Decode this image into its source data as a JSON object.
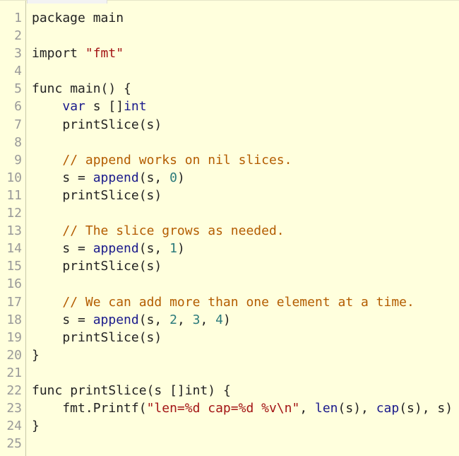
{
  "colors": {
    "background": "#ffffdd",
    "keyword": "#1a1a8c",
    "string": "#a31515",
    "number": "#2a7a7a",
    "comment": "#b35c00",
    "text": "#222222",
    "line_number": "#999999"
  },
  "lines": [
    {
      "n": "1",
      "tokens": [
        {
          "t": "package",
          "k": "plain"
        },
        {
          "t": " main",
          "k": "plain"
        }
      ]
    },
    {
      "n": "2",
      "tokens": []
    },
    {
      "n": "3",
      "tokens": [
        {
          "t": "import",
          "k": "plain"
        },
        {
          "t": " ",
          "k": "plain"
        },
        {
          "t": "\"fmt\"",
          "k": "string"
        }
      ]
    },
    {
      "n": "4",
      "tokens": []
    },
    {
      "n": "5",
      "tokens": [
        {
          "t": "func",
          "k": "plain"
        },
        {
          "t": " main() {",
          "k": "plain"
        }
      ]
    },
    {
      "n": "6",
      "tokens": [
        {
          "t": "    ",
          "k": "plain"
        },
        {
          "t": "var",
          "k": "keyword"
        },
        {
          "t": " s []",
          "k": "plain"
        },
        {
          "t": "int",
          "k": "type"
        }
      ]
    },
    {
      "n": "7",
      "tokens": [
        {
          "t": "    printSlice(s)",
          "k": "plain"
        }
      ]
    },
    {
      "n": "8",
      "tokens": []
    },
    {
      "n": "9",
      "tokens": [
        {
          "t": "    ",
          "k": "plain"
        },
        {
          "t": "// append works on nil slices.",
          "k": "comment"
        }
      ]
    },
    {
      "n": "10",
      "tokens": [
        {
          "t": "    s = ",
          "k": "plain"
        },
        {
          "t": "append",
          "k": "builtin"
        },
        {
          "t": "(s, ",
          "k": "plain"
        },
        {
          "t": "0",
          "k": "number"
        },
        {
          "t": ")",
          "k": "plain"
        }
      ]
    },
    {
      "n": "11",
      "tokens": [
        {
          "t": "    printSlice(s)",
          "k": "plain"
        }
      ]
    },
    {
      "n": "12",
      "tokens": []
    },
    {
      "n": "13",
      "tokens": [
        {
          "t": "    ",
          "k": "plain"
        },
        {
          "t": "// The slice grows as needed.",
          "k": "comment"
        }
      ]
    },
    {
      "n": "14",
      "tokens": [
        {
          "t": "    s = ",
          "k": "plain"
        },
        {
          "t": "append",
          "k": "builtin"
        },
        {
          "t": "(s, ",
          "k": "plain"
        },
        {
          "t": "1",
          "k": "number"
        },
        {
          "t": ")",
          "k": "plain"
        }
      ]
    },
    {
      "n": "15",
      "tokens": [
        {
          "t": "    printSlice(s)",
          "k": "plain"
        }
      ]
    },
    {
      "n": "16",
      "tokens": []
    },
    {
      "n": "17",
      "tokens": [
        {
          "t": "    ",
          "k": "plain"
        },
        {
          "t": "// We can add more than one element at a time.",
          "k": "comment"
        }
      ]
    },
    {
      "n": "18",
      "tokens": [
        {
          "t": "    s = ",
          "k": "plain"
        },
        {
          "t": "append",
          "k": "builtin"
        },
        {
          "t": "(s, ",
          "k": "plain"
        },
        {
          "t": "2",
          "k": "number"
        },
        {
          "t": ", ",
          "k": "plain"
        },
        {
          "t": "3",
          "k": "number"
        },
        {
          "t": ", ",
          "k": "plain"
        },
        {
          "t": "4",
          "k": "number"
        },
        {
          "t": ")",
          "k": "plain"
        }
      ]
    },
    {
      "n": "19",
      "tokens": [
        {
          "t": "    printSlice(s)",
          "k": "plain"
        }
      ]
    },
    {
      "n": "20",
      "tokens": [
        {
          "t": "}",
          "k": "plain"
        }
      ]
    },
    {
      "n": "21",
      "tokens": []
    },
    {
      "n": "22",
      "tokens": [
        {
          "t": "func",
          "k": "plain"
        },
        {
          "t": " printSlice(s []",
          "k": "plain"
        },
        {
          "t": "int",
          "k": "plain"
        },
        {
          "t": ") {",
          "k": "plain"
        }
      ]
    },
    {
      "n": "23",
      "tokens": [
        {
          "t": "    fmt.Printf(",
          "k": "plain"
        },
        {
          "t": "\"len=%d cap=%d %v\\n\"",
          "k": "string"
        },
        {
          "t": ", ",
          "k": "plain"
        },
        {
          "t": "len",
          "k": "builtin"
        },
        {
          "t": "(s), ",
          "k": "plain"
        },
        {
          "t": "cap",
          "k": "builtin"
        },
        {
          "t": "(s), s)",
          "k": "plain"
        }
      ]
    },
    {
      "n": "24",
      "tokens": [
        {
          "t": "}",
          "k": "plain"
        }
      ]
    },
    {
      "n": "25",
      "tokens": []
    }
  ]
}
